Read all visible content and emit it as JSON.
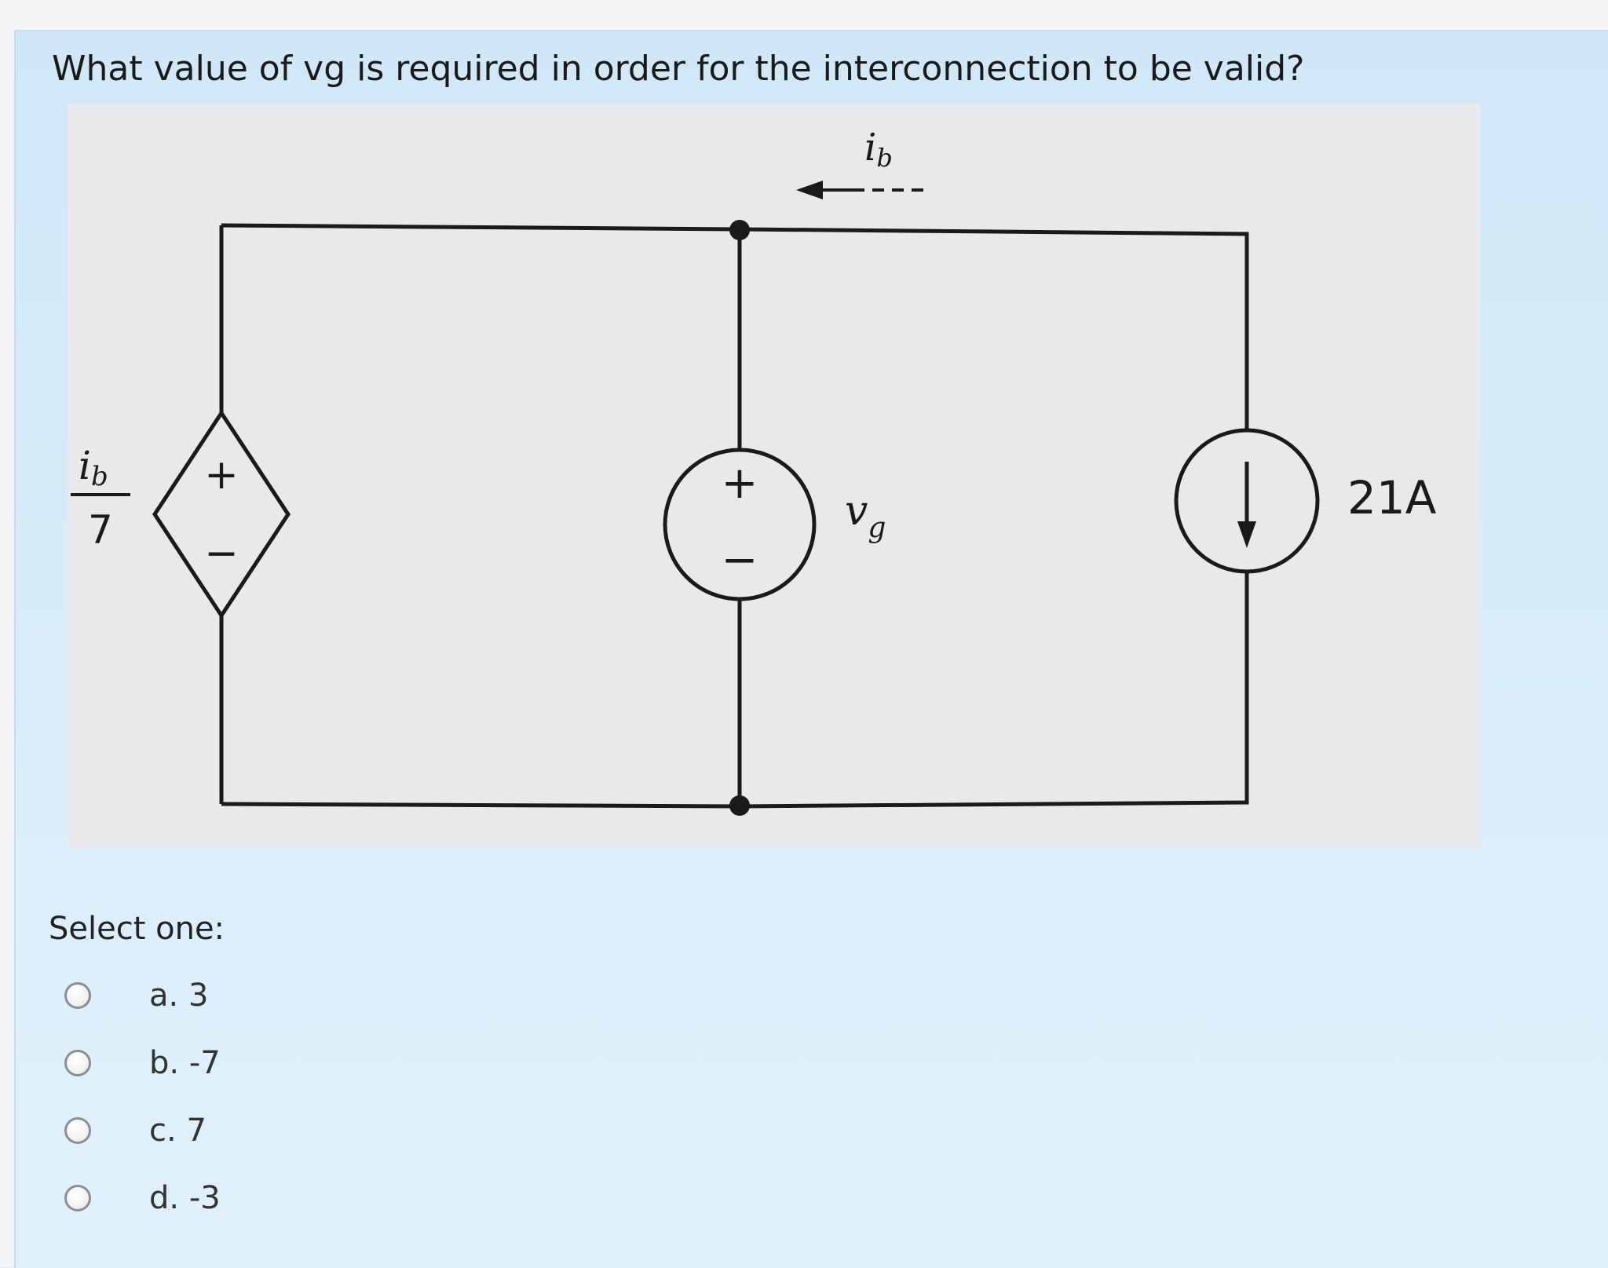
{
  "question": {
    "text": "What value of vg is required in order for the interconnection to be valid?"
  },
  "figure": {
    "top_current_label": "i",
    "top_current_subscript": "b",
    "dependent_source": {
      "numerator": "i",
      "numerator_subscript": "b",
      "denominator": "7",
      "plus": "+",
      "minus": "−"
    },
    "voltage_source": {
      "plus": "+",
      "minus": "−",
      "label": "v",
      "label_subscript": "g"
    },
    "current_source": {
      "label": "21A"
    }
  },
  "select_label": "Select one:",
  "options": [
    {
      "letter": "a.",
      "value": "3"
    },
    {
      "letter": "b.",
      "value": "-7"
    },
    {
      "letter": "c.",
      "value": "7"
    },
    {
      "letter": "d.",
      "value": "-3"
    }
  ],
  "colors": {
    "panel_background": "#d7ecf9",
    "figure_background": "#e8e9ea",
    "wire": "#1a1a1a"
  }
}
